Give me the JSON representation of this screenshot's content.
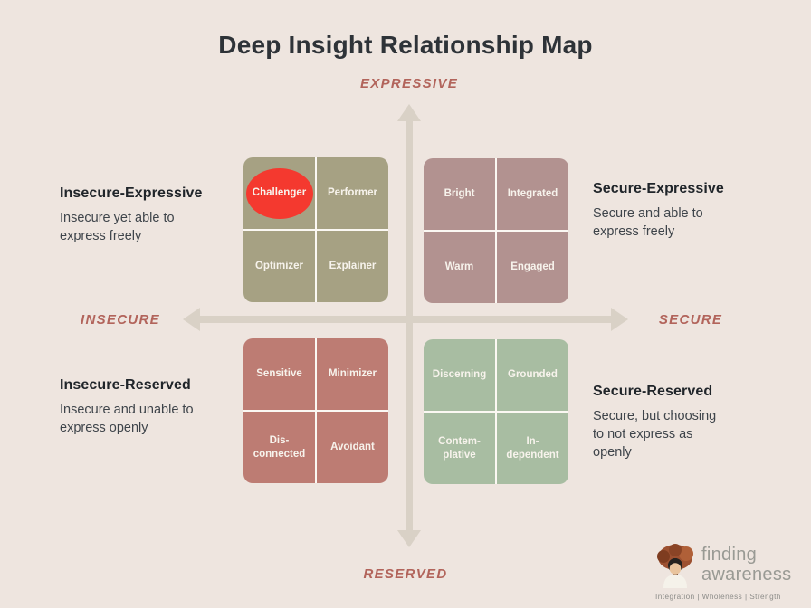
{
  "page": {
    "title": "Deep Insight Relationship Map",
    "background_color": "#EEE5DF"
  },
  "axes": {
    "top": "EXPRESSIVE",
    "bottom": "RESERVED",
    "left": "INSECURE",
    "right": "SECURE",
    "label_color": "#B2645B",
    "arrow_color": "#D9D1C6"
  },
  "quadrants": {
    "insecure_expressive": {
      "heading": "Insecure-Expressive",
      "description": "Insecure yet able to\nexpress freely",
      "box_color": "#A6A183",
      "cells": {
        "tl": "Challenger",
        "tr": "Performer",
        "bl": "Optimizer",
        "br": "Explainer"
      },
      "highlighted_cell": "Challenger",
      "highlight_color": "#F4392F"
    },
    "secure_expressive": {
      "heading": "Secure-Expressive",
      "description": "Secure and able to\nexpress freely",
      "box_color": "#B29290",
      "cells": {
        "tl": "Bright",
        "tr": "Integrated",
        "bl": "Warm",
        "br": "Engaged"
      }
    },
    "insecure_reserved": {
      "heading": "Insecure-Reserved",
      "description": "Insecure and unable to\nexpress openly",
      "box_color": "#BD7C73",
      "cells": {
        "tl": "Sensitive",
        "tr": "Minimizer",
        "bl": "Dis-\nconnected",
        "br": "Avoidant"
      }
    },
    "secure_reserved": {
      "heading": "Secure-Reserved",
      "description": "Secure, but choosing\nto not express as\nopenly",
      "box_color": "#A8BDA2",
      "cells": {
        "tl": "Discerning",
        "tr": "Grounded",
        "bl": "Contem-\nplative",
        "br": "In-\ndependent"
      }
    }
  },
  "logo": {
    "name_line1": "finding",
    "name_line2": "awareness",
    "tagline": "Integration | Wholeness | Strength",
    "icon": "tree-person-icon"
  }
}
